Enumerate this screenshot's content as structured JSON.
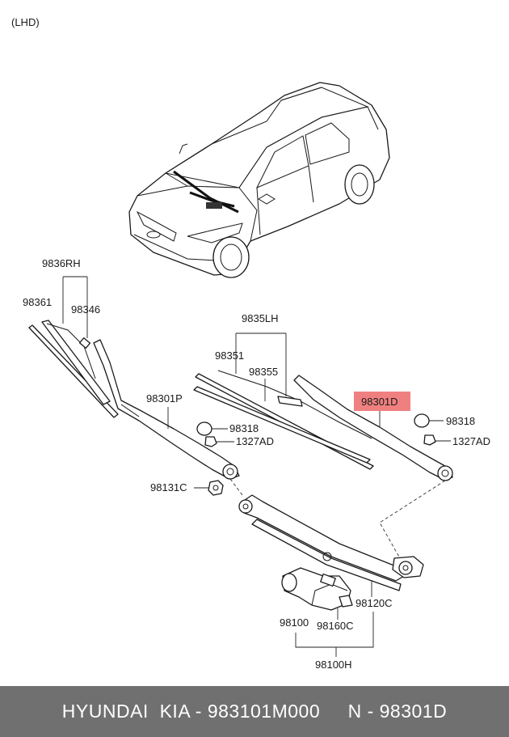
{
  "header": {
    "drive_side": "(LHD)"
  },
  "labels": {
    "p9836RH": "9836RH",
    "p98361": "98361",
    "p98346": "98346",
    "p9835LH": "9835LH",
    "p98351": "98351",
    "p98355": "98355",
    "p98301P": "98301P",
    "p98301D": "98301D",
    "p98318_left": "98318",
    "p1327AD_left": "1327AD",
    "p98318_right": "98318",
    "p1327AD_right": "1327AD",
    "p98131C": "98131C",
    "p98120C": "98120C",
    "p98100": "98100",
    "p98160C": "98160C",
    "p98100H": "98100H"
  },
  "highlight": {
    "color": "#f08080",
    "part": "98301D"
  },
  "footer": {
    "text": "HYUNDAI  KIA - 983101M000     N - 98301D",
    "background": "#707070"
  }
}
